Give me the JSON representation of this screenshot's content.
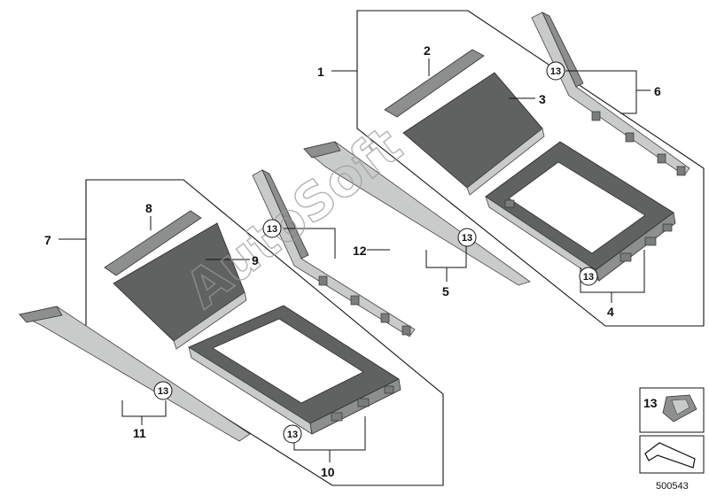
{
  "callouts": {
    "c1": "1",
    "c2": "2",
    "c3": "3",
    "c4": "4",
    "c5": "5",
    "c6": "6",
    "c7": "7",
    "c8": "8",
    "c9": "9",
    "c10": "10",
    "c11": "11",
    "c12": "12",
    "c13": "13"
  },
  "legend": {
    "clip_number": "13"
  },
  "watermark": "AutoSoft",
  "doc_number": "500543"
}
